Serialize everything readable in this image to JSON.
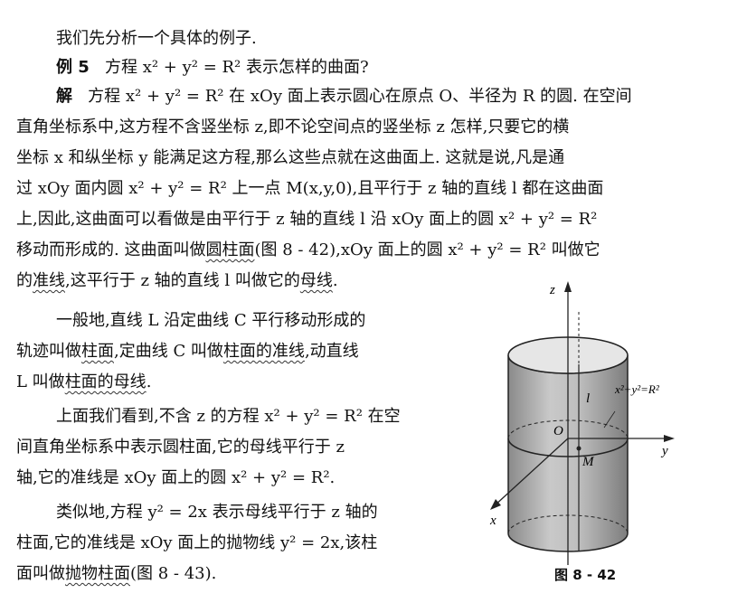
{
  "p0": "我们先分析一个具体的例子.",
  "ex": {
    "label": "例 5",
    "text": "方程 x² + y² = R² 表示怎样的曲面?"
  },
  "sol": {
    "label": "解",
    "l1": "方程 x² + y² = R² 在 xOy 面上表示圆心在原点 O、半径为 R 的圆. 在空间",
    "l2": "直角坐标系中,这方程不含竖坐标 z,即不论空间点的竖坐标 z 怎样,只要它的横",
    "l3": "坐标 x 和纵坐标 y 能满足这方程,那么这些点就在这曲面上. 这就是说,凡是通",
    "l4": "过 xOy 面内圆 x² + y² = R² 上一点 M(x,y,0),且平行于 z 轴的直线 l 都在这曲面",
    "l5": "上,因此,这曲面可以看做是由平行于 z 轴的直线 l 沿 xOy 面上的圆 x² + y² = R²",
    "l6a": "移动而形成的. 这曲面叫做",
    "l6_term": "圆柱面",
    "l6b": "(图 8 - 42),xOy 面上的圆 x² + y² = R² 叫做它",
    "l7a": "的",
    "l7_term1": "准线",
    "l7b": ",这平行于 z 轴的直线 l 叫做它的",
    "l7_term2": "母线",
    "l7c": "."
  },
  "gen": {
    "l1": "一般地,直线 L 沿定曲线 C 平行移动形成的",
    "l2a": "轨迹叫做",
    "l2_term1": "柱面",
    "l2b": ",定曲线 C 叫做",
    "l2_term2": "柱面的准线",
    "l2c": ",动直线",
    "l3a": "L 叫做",
    "l3_term": "柱面的母线",
    "l3b": "."
  },
  "above": {
    "l1": "上面我们看到,不含 z 的方程 x² + y² = R² 在空",
    "l2": "间直角坐标系中表示圆柱面,它的母线平行于 z",
    "l3": "轴,它的准线是 xOy 面上的圆 x² + y² = R²."
  },
  "sim": {
    "l1": "类似地,方程 y² = 2x 表示母线平行于 z 轴的",
    "l2": "柱面,它的准线是 xOy 面上的抛物线 y² = 2x,该柱",
    "l3a": "面叫做",
    "l3_term": "抛物柱面",
    "l3b": "(图 8 - 43)."
  },
  "figure": {
    "caption": "图 8 - 42",
    "axis_z": "z",
    "axis_y": "y",
    "axis_x": "x",
    "origin": "O",
    "point": "M",
    "line": "l",
    "equation": "x²+y²=R²"
  }
}
